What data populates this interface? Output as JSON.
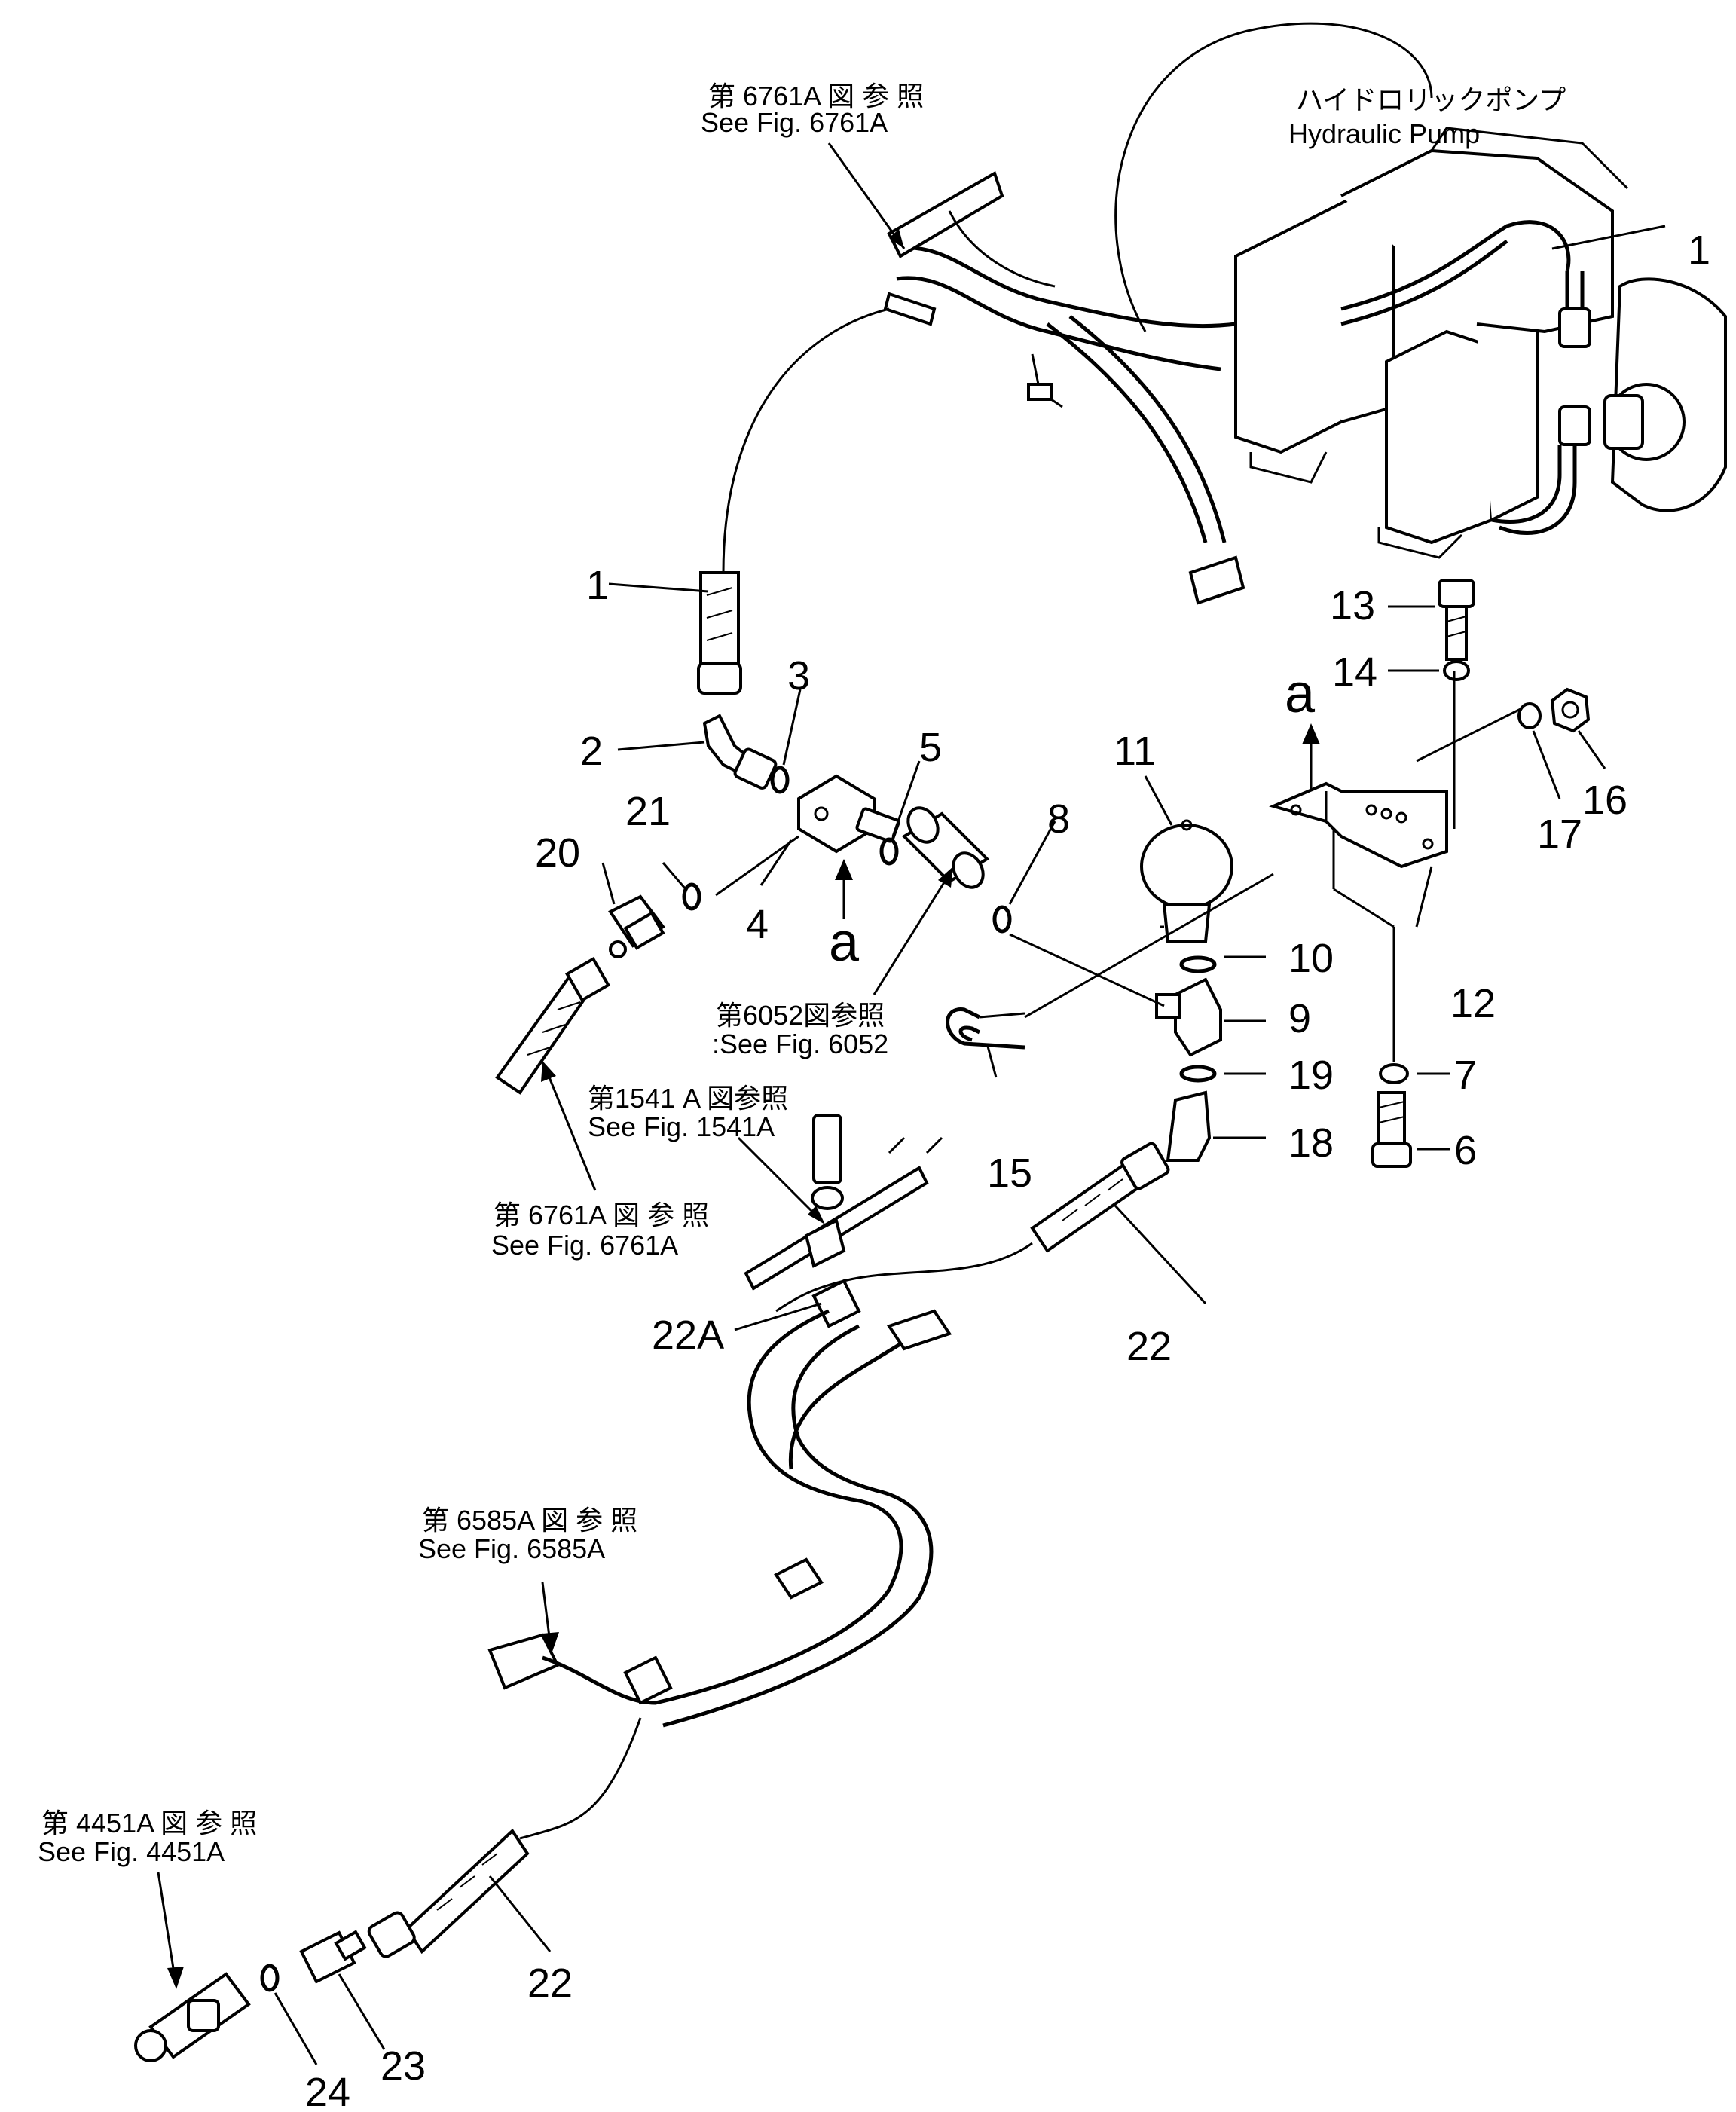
{
  "references": {
    "ref_6761A_top": {
      "jp": "第 6761A 図 参 照",
      "en": "See Fig. 6761A"
    },
    "pump": {
      "jp": "ハイドロリックポンプ",
      "en": "Hydraulic  Pump"
    },
    "ref_6052": {
      "jp": "第6052図参照",
      "en": ":See  Fig. 6052"
    },
    "ref_1541A": {
      "jp": "第1541 A 図参照",
      "en": "See  Fig.  1541A"
    },
    "ref_6761A_left": {
      "jp": "第 6761A 図 参 照",
      "en": "See Fig. 6761A"
    },
    "ref_6585A": {
      "jp": "第 6585A 図 参 照",
      "en": "See Fig. 6585A"
    },
    "ref_4451A": {
      "jp": "第 4451A 図 参 照",
      "en": "See Fig. 4451A"
    }
  },
  "view_marks": {
    "a": "a"
  },
  "callouts": {
    "c1_right": "1",
    "c1_left": "1",
    "c2": "2",
    "c3": "3",
    "c4": "4",
    "c5": "5",
    "c6": "6",
    "c7": "7",
    "c8": "8",
    "c9": "9",
    "c10": "10",
    "c11": "11",
    "c12": "12",
    "c13": "13",
    "c14": "14",
    "c15": "15",
    "c16": "16",
    "c17": "17",
    "c18": "18",
    "c19": "19",
    "c20": "20",
    "c21": "21",
    "c22_mid": "22",
    "c22A": "22A",
    "c22_low": "22",
    "c23": "23",
    "c24": "24"
  }
}
